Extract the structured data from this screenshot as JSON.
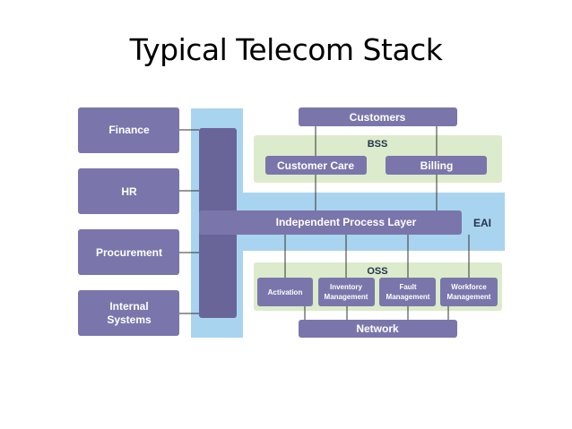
{
  "slide": {
    "title": "Typical Telecom Stack"
  },
  "left_systems": [
    "Finance",
    "HR",
    "Procurement",
    "Internal",
    "Systems"
  ],
  "top": {
    "customers": "Customers",
    "bss_label": "BSS",
    "customer_care": "Customer Care",
    "billing": "Billing"
  },
  "middle": {
    "process_layer": "Independent Process Layer",
    "eai_label": "EAI"
  },
  "oss": {
    "label": "OSS",
    "activation": "Activation",
    "inventory_1": "Inventory",
    "inventory_2": "Management",
    "fault_1": "Fault",
    "fault_2": "Management",
    "workforce_1": "Workforce",
    "workforce_2": "Management"
  },
  "bottom": {
    "network": "Network"
  },
  "colors": {
    "box": "#7a76ab",
    "box_dark": "#6a6599",
    "eai_band": "#a9d4ef",
    "green_band": "#dcebcb",
    "line": "#333333"
  }
}
